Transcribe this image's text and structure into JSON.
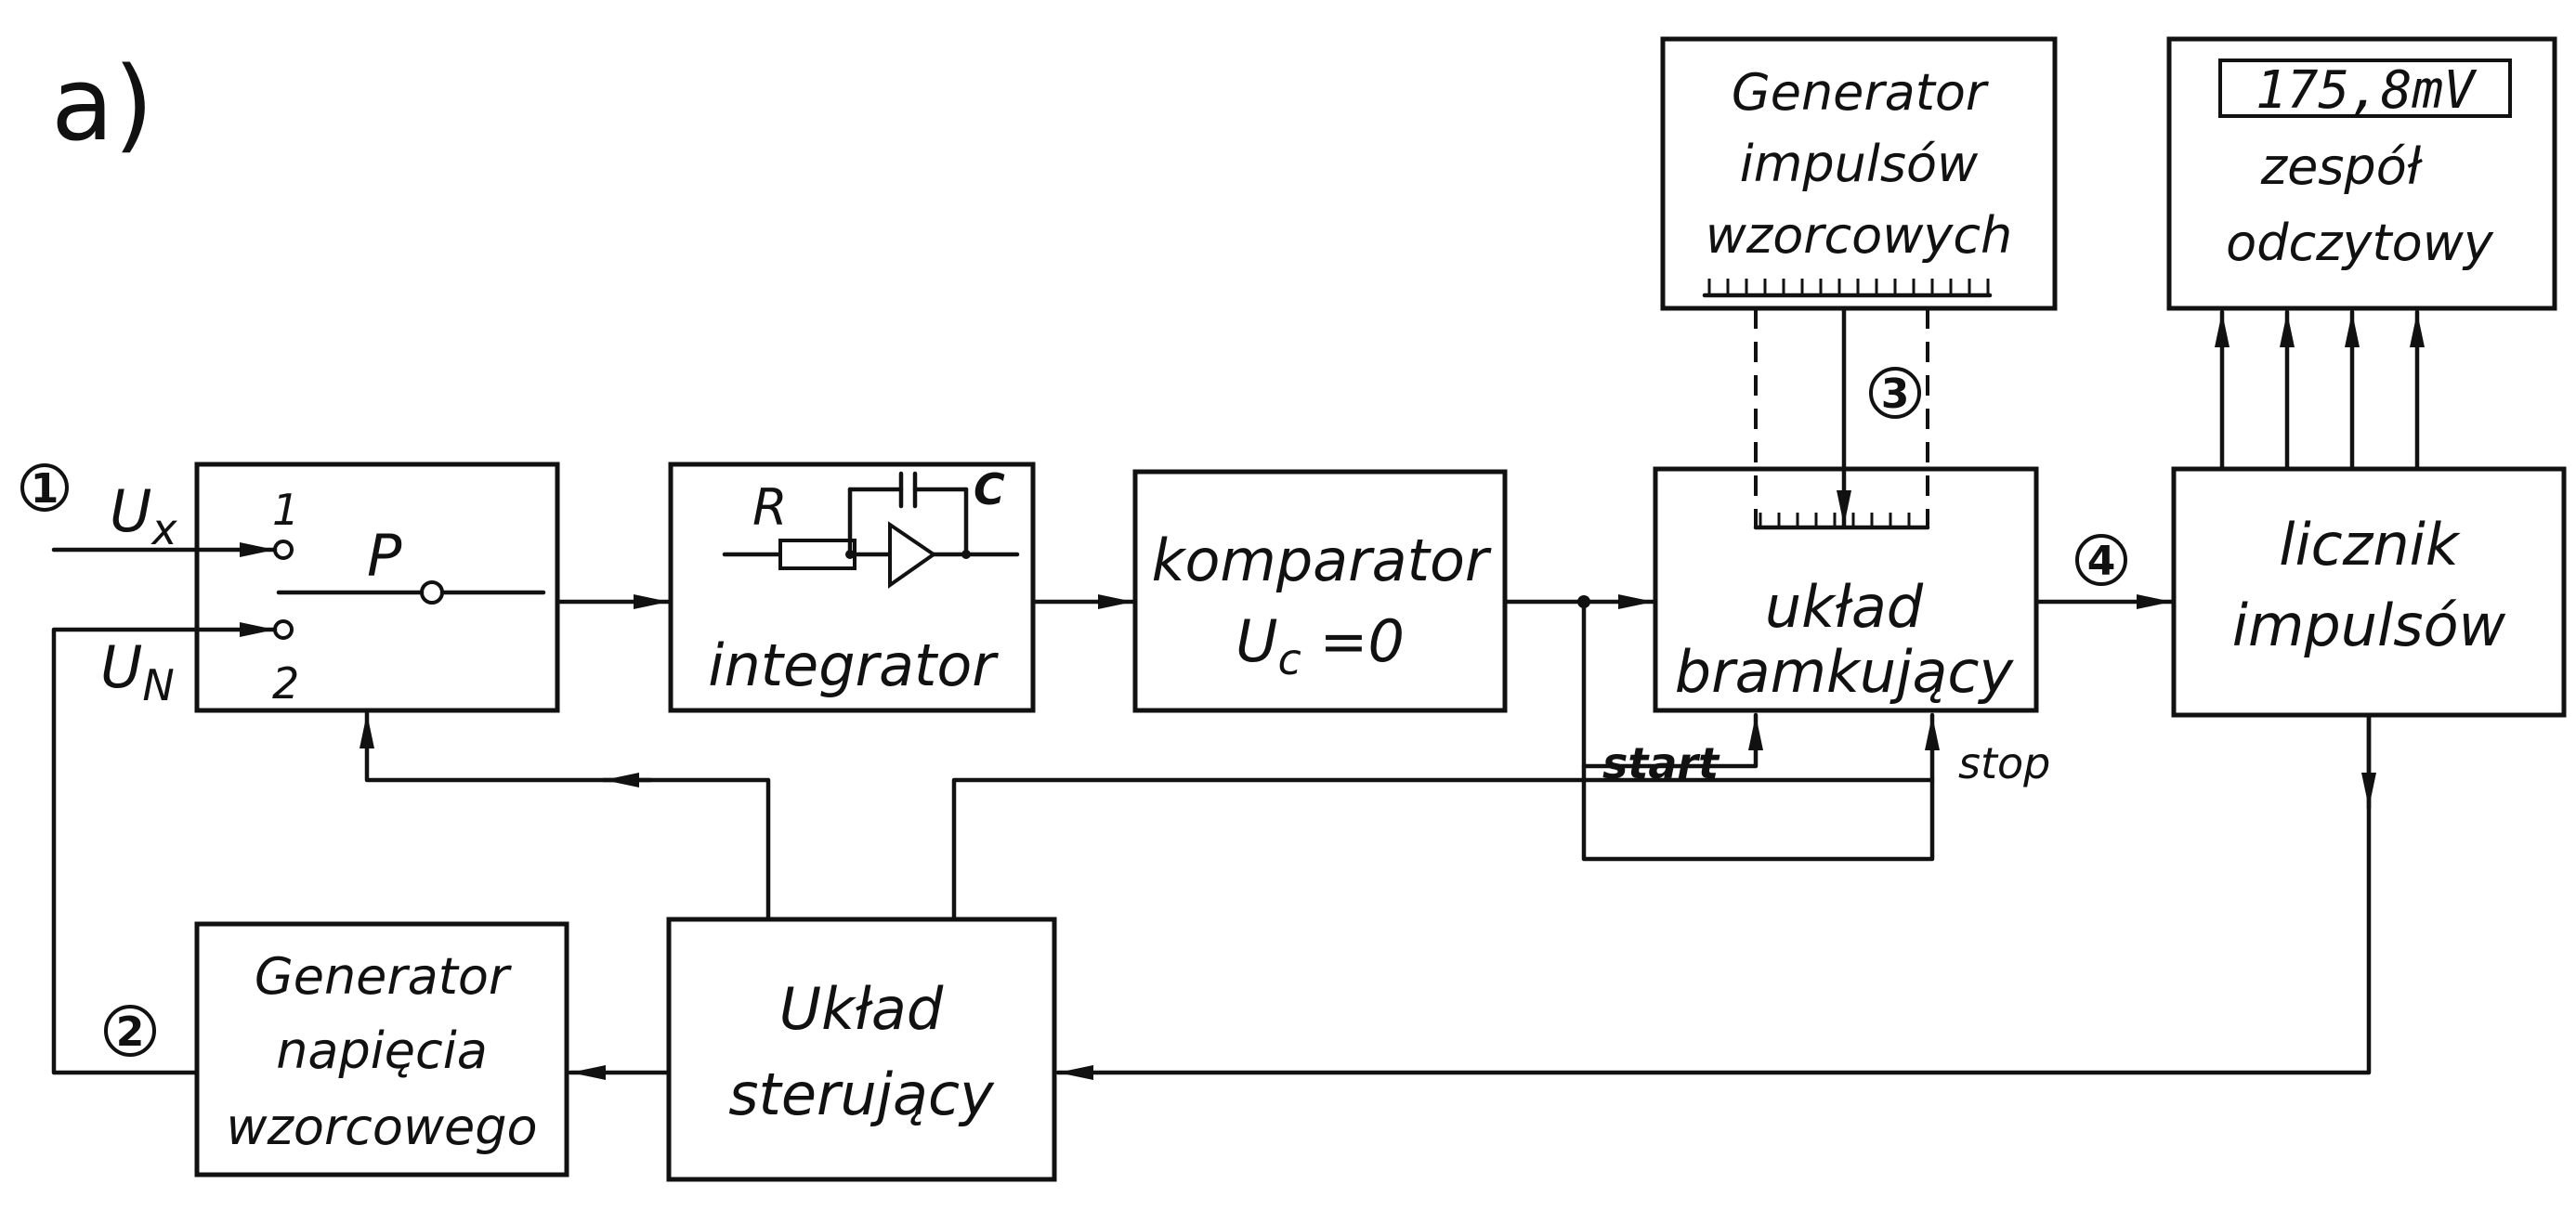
{
  "figure_label": "a)",
  "inputs": {
    "ux": "U",
    "ux_sub": "x",
    "un": "U",
    "un_sub": "N",
    "pos1": "1",
    "pos2": "2"
  },
  "switch": {
    "label": "P"
  },
  "integrator": {
    "r_label": "R",
    "c_label": "C",
    "name": "integrator"
  },
  "comparator": {
    "line1": "komparator",
    "line2_main": "U",
    "line2_sub": "c",
    "line2_rest": " =0"
  },
  "gate": {
    "line1": "układ",
    "line2": "bramkujący",
    "start": "start",
    "stop": "stop"
  },
  "pulse_gen": {
    "line1": "Generator",
    "line2": "impulsów",
    "line3": "wzorcowych"
  },
  "readout": {
    "display": "175,8mV",
    "line1": "zespół",
    "line2": "odczytowy"
  },
  "counter": {
    "line1": "licznik",
    "line2": "impulsów"
  },
  "ref_gen": {
    "line1": "Generator",
    "line2": "napięcia",
    "line3": "wzorcowego"
  },
  "control": {
    "line1": "Układ",
    "line2": "sterujący"
  },
  "markers": [
    "1",
    "2",
    "3",
    "4"
  ]
}
